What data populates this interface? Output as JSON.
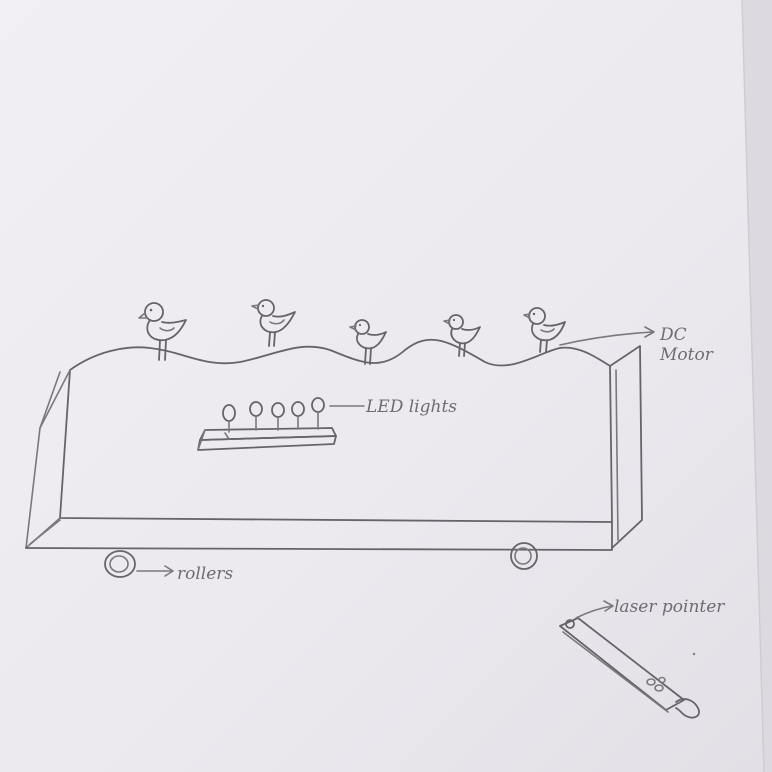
{
  "labels": {
    "dc_motor_line1": "DC",
    "dc_motor_line2": "Motor",
    "led_lights": "LED lights",
    "rollers": "rollers",
    "laser_pointer": "laser pointer"
  },
  "counts": {
    "birds": 5,
    "led_bulbs": 5,
    "rollers": 2
  },
  "colors": {
    "paper": "#efedf1",
    "pencil": "#7a787d"
  }
}
